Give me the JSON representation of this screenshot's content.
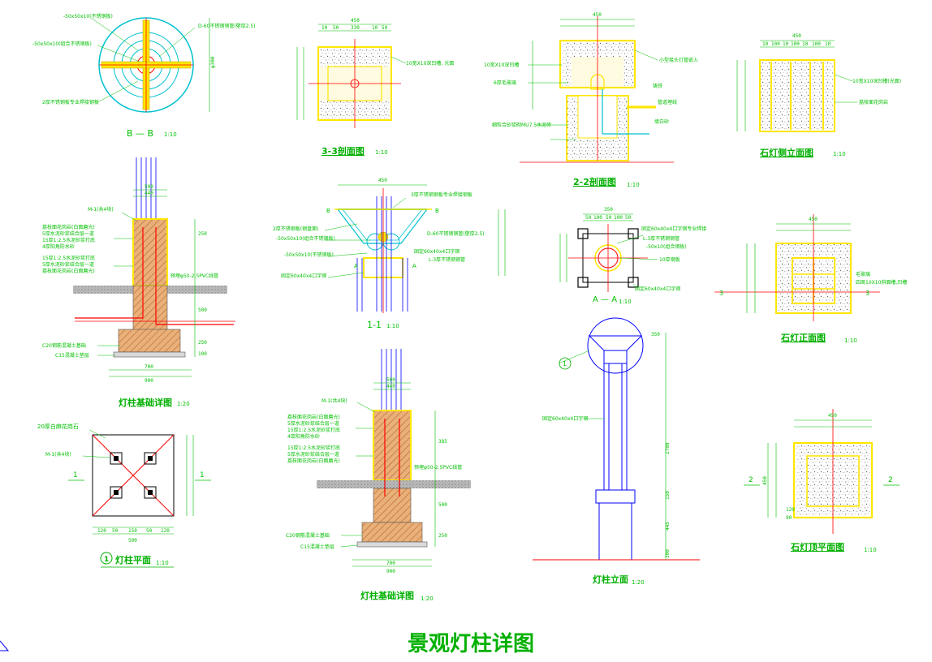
{
  "main_title": "景观灯柱详图",
  "views": {
    "bb": {
      "title": "B — B",
      "scale": "1:10",
      "labels": [
        "-50x50x10(不锈钢板)",
        "-50x50x10(组合不锈钢板)",
        "D-60不锈钢钢管(壁厚2.5)",
        "2厚不锈钢板专业焊接钢板"
      ],
      "dim_v": "φ300"
    },
    "s33": {
      "title": "3-3剖面图",
      "scale": "1:10",
      "labels": [
        "10宽X10深凹槽, 光面"
      ],
      "dims_top": [
        "10",
        "50",
        "330",
        "10",
        "50"
      ],
      "dim_total": "450"
    },
    "s22": {
      "title": "2-2剖面图",
      "scale": "1:10",
      "labels": [
        "10宽X10深凹槽",
        "6厚毛玻璃",
        "小型接头灯管嵌入",
        "铸铁",
        "管道埋线",
        "填白砂",
        "细粒合砂浆砌MU7.5水泥砖"
      ],
      "dim_total": "450"
    },
    "side": {
      "title": "石灯侧立面图",
      "scale": "1:10",
      "labels": [
        "10宽X10深凹槽(光面)",
        "荔枝面花岗岩"
      ],
      "dims_top": [
        "10",
        "100",
        "10",
        "100",
        "10",
        "100",
        "10"
      ],
      "dim_total": "450"
    },
    "base1": {
      "title": "灯柱基础详图",
      "scale": "1:20",
      "labels": [
        "M-1(共4块)",
        "荔枝面花岗岩(白面磨光)",
        "5厚水泥砂浆结合层一道",
        "15厚1:2.5水泥砂浆打底",
        "4厚阳角防水砂",
        "15厚1:2.5水泥砂浆打底",
        "5厚水泥砂浆结合层一道",
        "荔枝面花岗岩(白面磨光)",
        "预埋φ50-2.5PVC线管",
        "C20钢筋混凝土基础",
        "C15混凝土垫层"
      ],
      "dims": [
        "500",
        "440",
        "700",
        "900",
        "250",
        "500",
        "250",
        "100"
      ]
    },
    "s11": {
      "title": "1-1",
      "scale": "1:10",
      "labels": [
        "2厚不锈钢板(钢盘面)",
        "3厚不锈钢钢板专业焊接钢板",
        "-50x50x10(组合不锈钢板)",
        "-50x50x10(不锈钢板)",
        "D-60不锈钢钢管(壁厚2.5)",
        "固定60x40x4口字钢",
        "固定60x40x4口字钢",
        "L.3厚不锈钢钢管"
      ],
      "marks": [
        "B",
        "B",
        "A",
        "A"
      ],
      "dim_total": "450"
    },
    "aa": {
      "title": "A — A",
      "scale": "1:10",
      "labels": [
        "固定60x40x4口字钢专业焊接",
        "L.3厚不锈钢钢管",
        "-50x10(组合钢板)",
        "10厚钢板",
        "固定60x40x4口字钢"
      ],
      "dims_top": [
        "50",
        "100",
        "50",
        "100",
        "50"
      ],
      "dim_total": "350"
    },
    "front": {
      "title": "石灯正面图",
      "scale": "1:10",
      "labels": [
        "毛玻璃",
        "四周10X10斜面槽,凹槽"
      ],
      "dim_total": "450",
      "marks": [
        "3",
        "3"
      ]
    },
    "plan": {
      "title": "灯柱平面",
      "scale": "1:10",
      "circle_no": "1",
      "labels": [
        "20厚白麻花岗石",
        "M-1(共4块)"
      ],
      "marks": [
        "1",
        "1"
      ],
      "dims": [
        "120",
        "50",
        "150",
        "50",
        "120",
        "500"
      ]
    },
    "base2": {
      "title": "灯柱基础详图",
      "scale": "1:20",
      "labels": [
        "M-1(共4块)",
        "荔枝面花岗岩(白面磨光)",
        "5厚水泥砂浆结合层一道",
        "15厚1:2.5水泥砂浆打底",
        "4厚阳角防水砂",
        "15厚1:2.5水泥砂浆打底",
        "5厚水泥砂浆结合层一道",
        "荔枝面花岗岩(白面磨光)",
        "预埋φ50-2.5PVC线管",
        "C20钢筋混凝土基础",
        "C15混凝土垫层"
      ],
      "dims": [
        "500",
        "440",
        "700",
        "900",
        "385",
        "500",
        "250"
      ]
    },
    "elev": {
      "title": "灯柱立面",
      "scale": "1:20",
      "circle_no": "1",
      "labels": [
        "固定60x40x4口字钢"
      ],
      "dims": [
        "350",
        "2700",
        "150",
        "445",
        "300"
      ]
    },
    "top": {
      "title": "石灯顶平面图",
      "scale": "1:10",
      "marks": [
        "2",
        "2"
      ],
      "dim_total": "450",
      "dims_side": [
        "450",
        "120",
        "90"
      ]
    }
  },
  "colors": {
    "green": "#00c000",
    "yellow": "#ffe600",
    "red": "#ff0000",
    "blue": "#0000ff",
    "cyan": "#00c0d0",
    "hatch": "#c77a3a"
  }
}
